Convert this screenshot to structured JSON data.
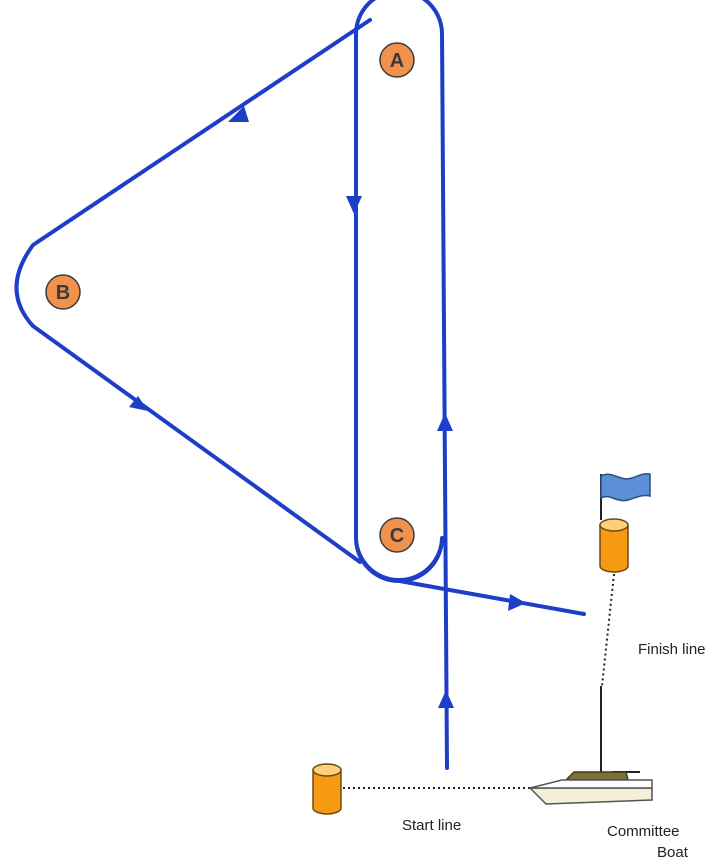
{
  "marks": {
    "a": "A",
    "b": "B",
    "c": "C"
  },
  "labels": {
    "finish_line": "Finish line",
    "start_line": "Start line",
    "committee_line1": "Committee",
    "committee_line2": "Boat"
  },
  "colors": {
    "course": "#1f3ec8",
    "mark_fill": "#f0924c",
    "buoy": "#f59a12",
    "flag": "#5b8fd6",
    "boat_hull": "#f4f0d8",
    "boat_cabin": "#7a7038"
  },
  "icons": {
    "flag": "blue-flag-icon",
    "buoy": "orange-buoy-icon",
    "boat": "committee-boat-icon"
  }
}
